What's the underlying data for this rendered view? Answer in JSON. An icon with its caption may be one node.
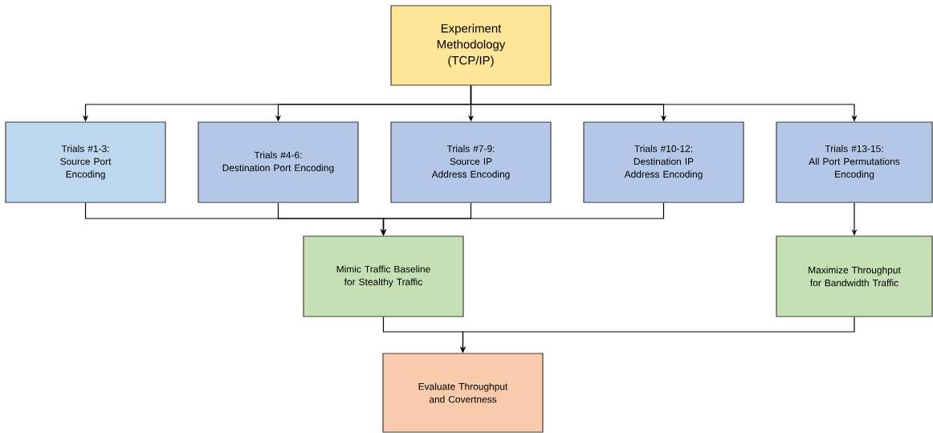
{
  "diagram": {
    "nodes": [
      {
        "text": [
          "Experiment Methodology (TCP/IP)"
        ]
      },
      {
        "text": [
          "Trials #1-3:",
          "Source Port Encoding"
        ]
      },
      {
        "text": [
          "Trials #4-6:",
          "Destination Port Encoding"
        ]
      },
      {
        "text": [
          "Trials #7-9:",
          "Source IP Address Encoding"
        ]
      },
      {
        "text": [
          "Trials #10-12:",
          "Destination IP Address Encoding"
        ]
      },
      {
        "text": [
          "Trials #13-15:",
          "All Port Permutations Encoding"
        ]
      },
      {
        "text": [
          "Mimic Traffic Baseline for Stealthy Traffic"
        ]
      },
      {
        "text": [
          "Maximize Throughput for Bandwidth Traffic"
        ]
      },
      {
        "text": [
          "Evaluate Throughput and Covertness"
        ]
      }
    ],
    "edges": [
      {
        "from": 0,
        "to": 1,
        "arrow": "to"
      },
      {
        "from": 0,
        "to": 2,
        "arrow": "to"
      },
      {
        "from": 0,
        "to": 3,
        "arrow": "to"
      },
      {
        "from": 0,
        "to": 4,
        "arrow": "to"
      },
      {
        "from": 0,
        "to": 5,
        "arrow": "to"
      },
      {
        "from": 1,
        "to": 6,
        "arrow": "to"
      },
      {
        "from": 2,
        "to": 6,
        "arrow": "to"
      },
      {
        "from": 3,
        "to": 6,
        "arrow": "to"
      },
      {
        "from": 4,
        "to": 6,
        "arrow": "to"
      },
      {
        "from": 5,
        "to": 7,
        "arrow": "to"
      },
      {
        "from": 6,
        "to": 8,
        "arrow": "to"
      },
      {
        "from": 7,
        "to": 8,
        "arrow": "to"
      }
    ]
  }
}
